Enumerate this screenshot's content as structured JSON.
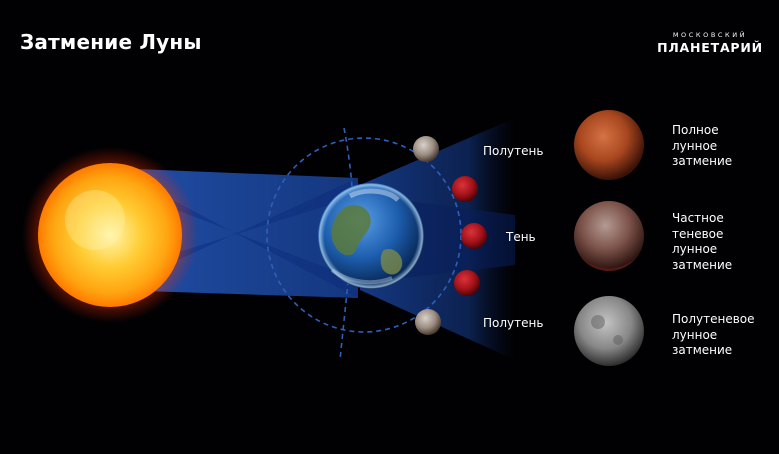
{
  "title": "Затмение Луны",
  "logo": {
    "top": "МОСКОВСКИЙ",
    "main": "ПЛАНЕТАРИЙ"
  },
  "labels": {
    "penumbra_top": "Полутень",
    "umbra": "Тень",
    "penumbra_bottom": "Полутень"
  },
  "eclipse_types": [
    {
      "lines": [
        "Полное",
        "лунное",
        "затмение"
      ],
      "color": "#b8522c"
    },
    {
      "lines": [
        "Частное",
        "теневое",
        "лунное",
        "затмение"
      ],
      "color": "#8a5a52"
    },
    {
      "lines": [
        "Полутеневое",
        "лунное",
        "затмение"
      ],
      "color": "#8c8c8c"
    }
  ],
  "colors": {
    "background": "#010103",
    "sun": "#ffb320",
    "beam": "#1f5fd8",
    "orbit": "#2f5fb8",
    "blood_moon": "#a5121a"
  },
  "icons": [
    "sun",
    "earth",
    "moon-penumbra",
    "moon-umbra",
    "moon-total-eclipse",
    "moon-partial-eclipse",
    "moon-penumbral-eclipse"
  ]
}
